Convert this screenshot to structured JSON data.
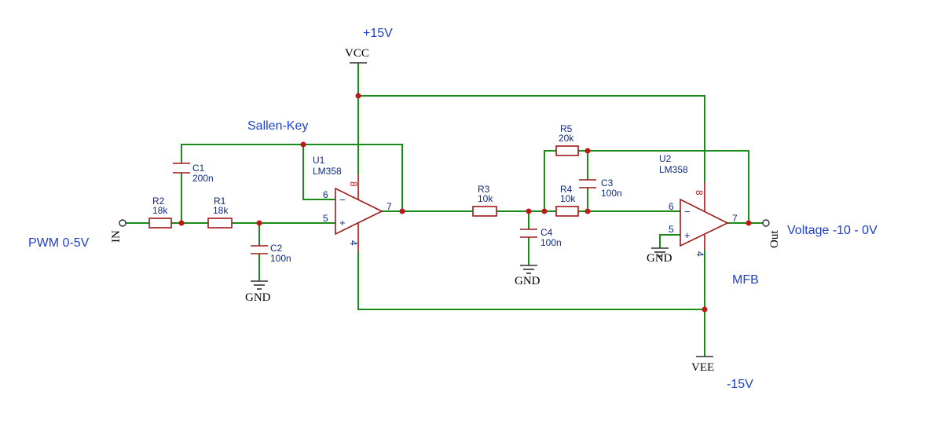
{
  "colors": {
    "wire": "#1a8c1a",
    "component": "#a01818",
    "label": "#102a80",
    "note": "#2040d0",
    "junction": "#c01818"
  },
  "notes": {
    "supply_positive": "+15V",
    "supply_negative": "-15V",
    "stage1": "Sallen-Key",
    "stage2": "MFB",
    "input": "PWM 0-5V",
    "output": "Voltage -10 - 0V"
  },
  "ports": {
    "vcc": "VCC",
    "vee": "VEE",
    "input": "IN",
    "output": "Out",
    "gnd": "GND"
  },
  "components": {
    "R1": {
      "ref": "R1",
      "value": "18k"
    },
    "R2": {
      "ref": "R2",
      "value": "18k"
    },
    "R3": {
      "ref": "R3",
      "value": "10k"
    },
    "R4": {
      "ref": "R4",
      "value": "10k"
    },
    "R5": {
      "ref": "R5",
      "value": "20k"
    },
    "C1": {
      "ref": "C1",
      "value": "200n"
    },
    "C2": {
      "ref": "C2",
      "value": "100n"
    },
    "C3": {
      "ref": "C3",
      "value": "100n"
    },
    "C4": {
      "ref": "C4",
      "value": "100n"
    },
    "U1": {
      "ref": "U1",
      "part": "LM358",
      "pins": {
        "inv": "6",
        "noninv": "5",
        "out": "7",
        "vplus": "8",
        "vminus": "4"
      }
    },
    "U2": {
      "ref": "U2",
      "part": "LM358",
      "pins": {
        "inv": "6",
        "noninv": "5",
        "out": "7",
        "vplus": "8",
        "vminus": "4"
      }
    }
  },
  "opamp_signs": {
    "minus": "−",
    "plus": "+"
  },
  "icons": {
    "ground": "ground-symbol",
    "port": "port-circle",
    "junction": "junction-dot"
  }
}
